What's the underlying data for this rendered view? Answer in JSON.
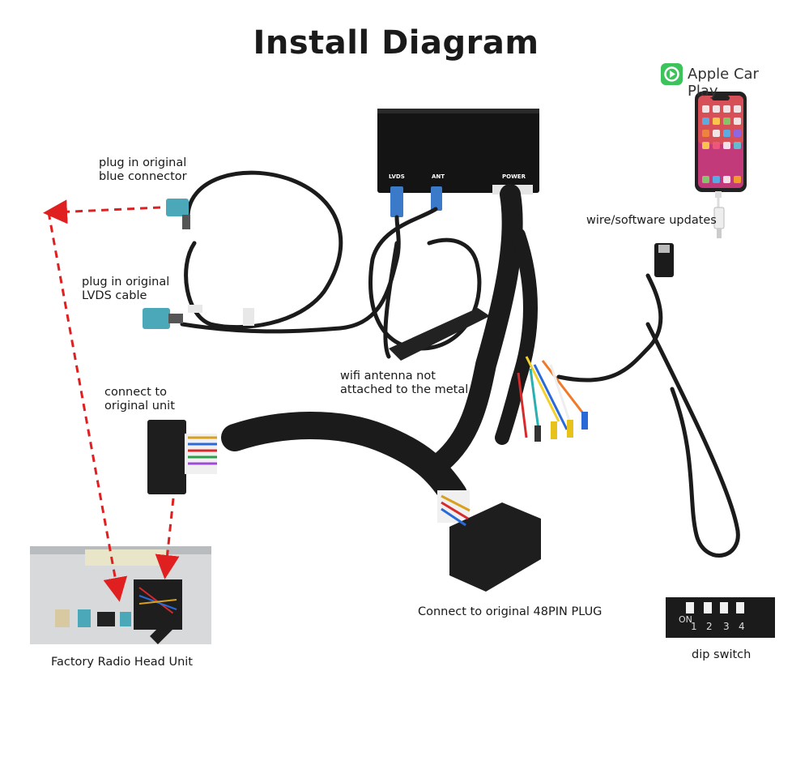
{
  "title": "Install Diagram",
  "brand": {
    "carplay": "Apple Car Play"
  },
  "box_ports": {
    "lvds": "LVDS",
    "ant": "ANT",
    "power": "POWER"
  },
  "labels": {
    "blue_connector": "plug in original\nblue connector",
    "lvds_cable": "plug in original\nLVDS cable",
    "connect_unit": "connect to\noriginal unit",
    "wifi": "wifi antenna not\nattached to the metal",
    "wire_updates": "wire/software updates",
    "plug48": "Connect to original 48PIN PLUG",
    "factory": "Factory Radio Head Unit",
    "dip": "dip switch"
  },
  "dip_numbers": [
    "1",
    "2",
    "3",
    "4"
  ],
  "dip_letters": "ON",
  "colors": {
    "arrow": "#e02020",
    "fakra": "#4aa8b8",
    "box": "#141414",
    "harness": "#1b1b1b"
  }
}
